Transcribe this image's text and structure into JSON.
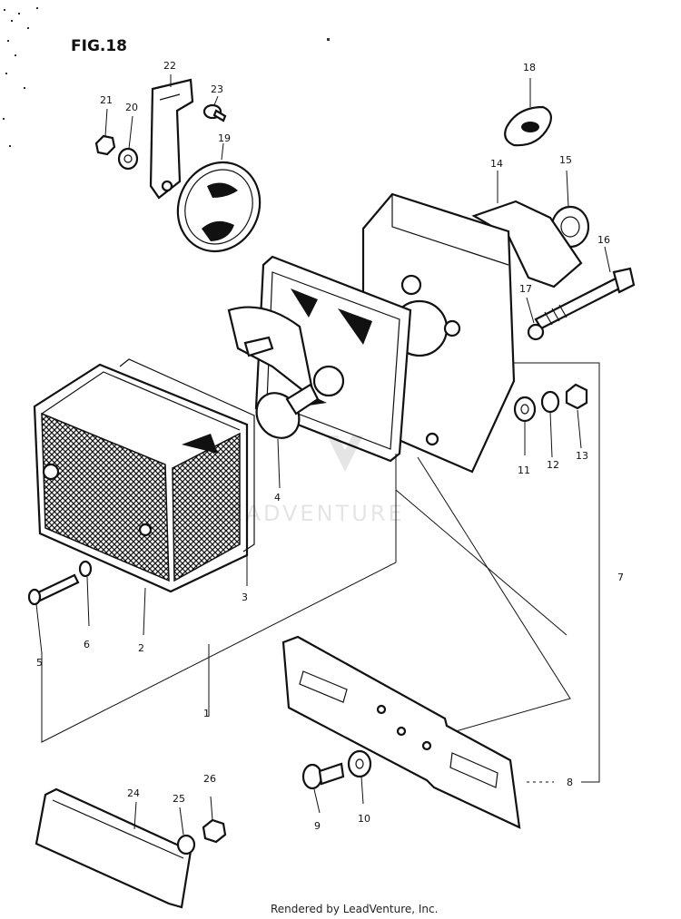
{
  "figure_title": "FIG.18",
  "footer": "Rendered by LeadVenture, Inc.",
  "watermark": "LEADVENTURE",
  "callouts": [
    "1",
    "2",
    "3",
    "4",
    "5",
    "6",
    "7",
    "8",
    "9",
    "10",
    "11",
    "12",
    "13",
    "14",
    "15",
    "16",
    "17",
    "18",
    "19",
    "20",
    "21",
    "22",
    "23",
    "24",
    "25",
    "26"
  ]
}
